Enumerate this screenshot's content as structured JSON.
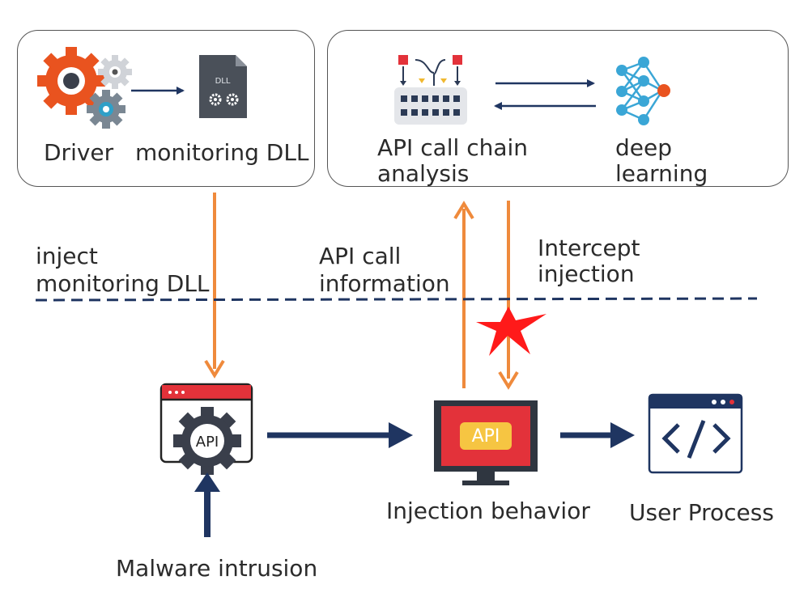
{
  "top_left_box": {
    "driver_label": "Driver",
    "dll_label": "monitoring DLL",
    "dll_icon_text": "DLL"
  },
  "top_right_box": {
    "analysis_line1": "API call chain",
    "analysis_line2": "analysis",
    "deep_line1": "deep",
    "deep_line2": "learning"
  },
  "flow_labels": {
    "inject_line1": "inject",
    "inject_line2": "monitoring DLL",
    "api_info_line1": "API call",
    "api_info_line2": "information",
    "intercept_line1": "Intercept",
    "intercept_line2": "injection"
  },
  "bottom": {
    "api_gear_text": "API",
    "api_monitor_text": "API",
    "injection_label": "Injection behavior",
    "user_process_label": "User Process",
    "malware_label": "Malware intrusion"
  },
  "colors": {
    "navy": "#1f3561",
    "orange": "#ef8a3c",
    "red": "#e3323a",
    "stop_red": "#ff1a1a"
  }
}
